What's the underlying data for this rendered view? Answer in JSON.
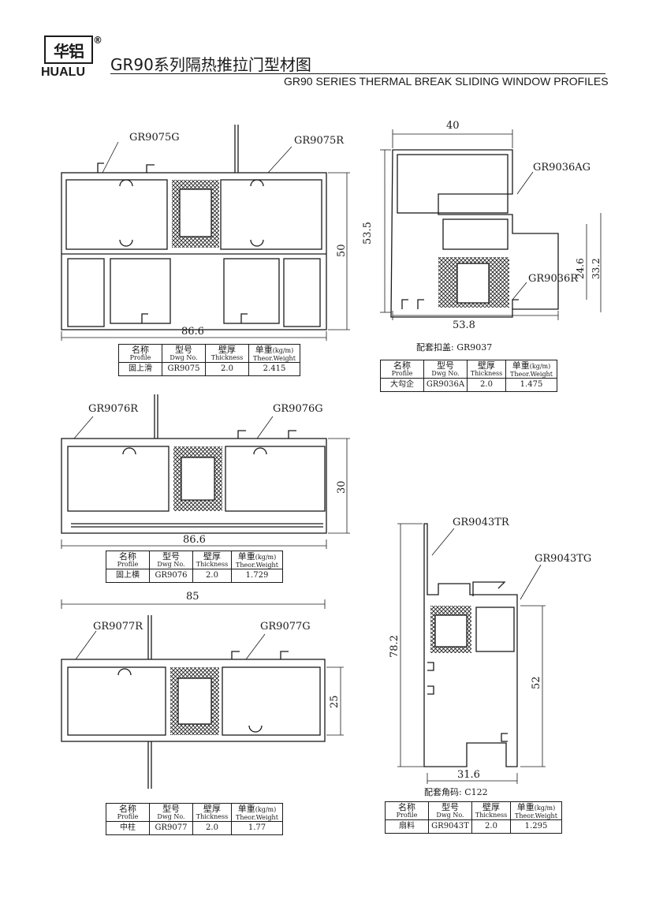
{
  "header": {
    "logo_cn": "华铝",
    "logo_en": "HUALU",
    "registered": "®",
    "title_cn": "GR90系列隔热推拉门型材图",
    "title_en": "GR90 SERIES THERMAL BREAK SLIDING WINDOW PROFILES"
  },
  "table_headers": {
    "profile_cn": "名称",
    "profile_en": "Profile",
    "dwg_cn": "型号",
    "dwg_en": "Dwg No.",
    "thickness_cn": "壁厚",
    "thickness_en": "Thickness",
    "weight_cn": "单重",
    "weight_unit": "(kg/m)",
    "weight_en": "Theor.Weight"
  },
  "profiles": [
    {
      "name": "固上滑",
      "dwg": "GR9075",
      "thickness": "2.0",
      "weight": "2.415"
    },
    {
      "name": "大勾企",
      "dwg": "GR9036A",
      "thickness": "2.0",
      "weight": "1.475"
    },
    {
      "name": "固上横",
      "dwg": "GR9076",
      "thickness": "2.0",
      "weight": "1.729"
    },
    {
      "name": "中柱",
      "dwg": "GR9077",
      "thickness": "2.0",
      "weight": "1.77"
    },
    {
      "name": "扇料",
      "dwg": "GR9043T",
      "thickness": "2.0",
      "weight": "1.295"
    }
  ],
  "notes": {
    "gr9036_accessory": "配套扣盖: GR9037",
    "gr9043_accessory": "配套角码: C122"
  },
  "drawings": {
    "gr9075": {
      "label_left": "GR9075G",
      "label_right": "GR9075R",
      "width": "86.6",
      "height": "50"
    },
    "gr9036": {
      "label_top": "GR9036AG",
      "label_bottom": "GR9036R",
      "top_width": "40",
      "bottom_width": "53.8",
      "height": "53.5",
      "inner1": "24.6",
      "inner2": "33.2"
    },
    "gr9076": {
      "label_left": "GR9076R",
      "label_right": "GR9076G",
      "width": "86.6",
      "height": "30"
    },
    "gr9077": {
      "label_left": "GR9077R",
      "label_right": "GR9077G",
      "width": "85",
      "height": "25"
    },
    "gr9043": {
      "label_top": "GR9043TR",
      "label_right": "GR9043TG",
      "width": "31.6",
      "height_left": "78.2",
      "height_right": "52"
    }
  }
}
